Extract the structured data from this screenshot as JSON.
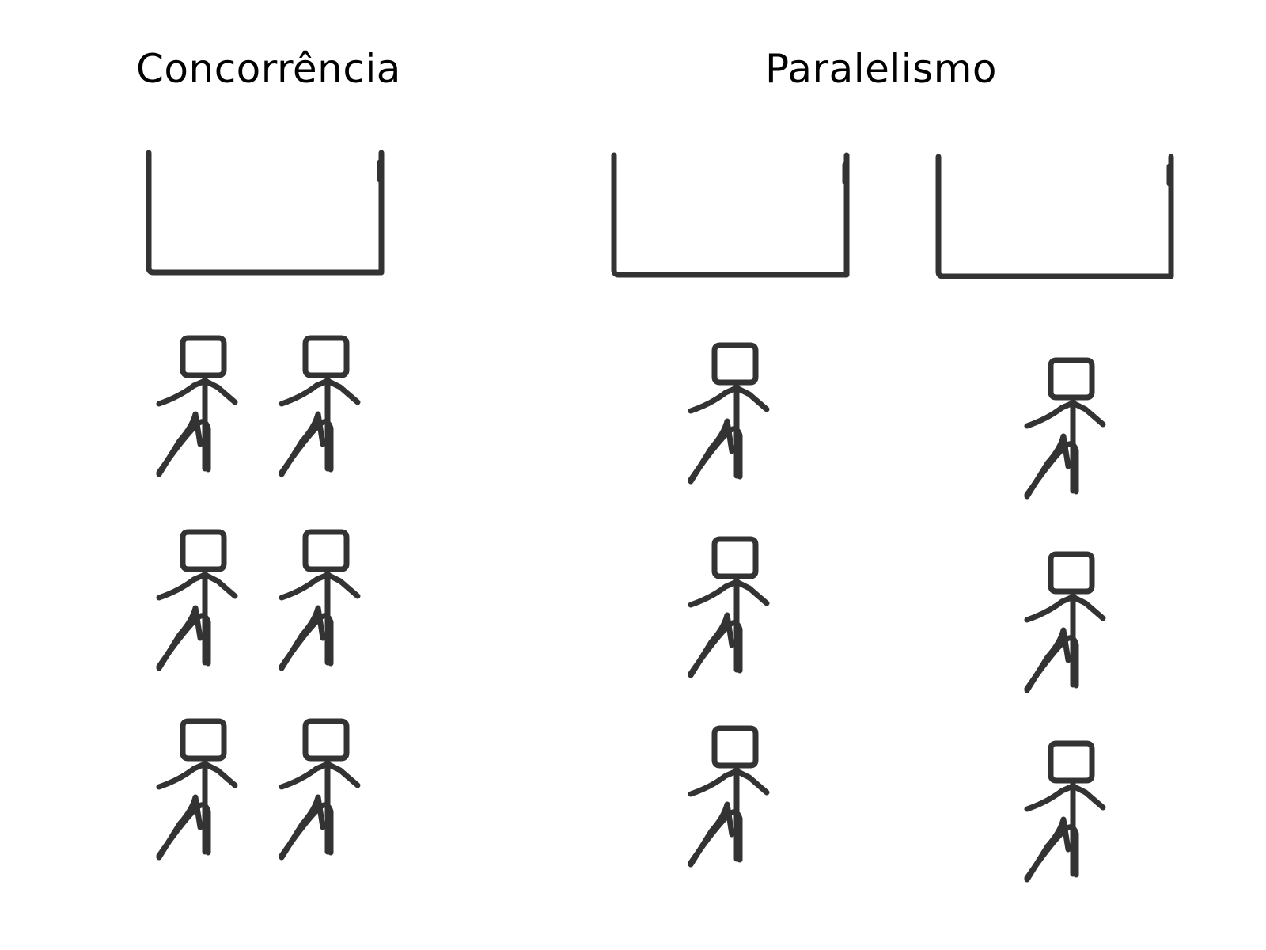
{
  "diagram": {
    "title_left": "Concorrência",
    "title_right": "Paralelismo",
    "ink_color": "#333333",
    "background_color": "#ffffff",
    "groups": [
      {
        "name": "concorrencia",
        "queues": 1,
        "figures": 6
      },
      {
        "name": "paralelismo",
        "queues": 2,
        "figures": 6
      }
    ]
  }
}
